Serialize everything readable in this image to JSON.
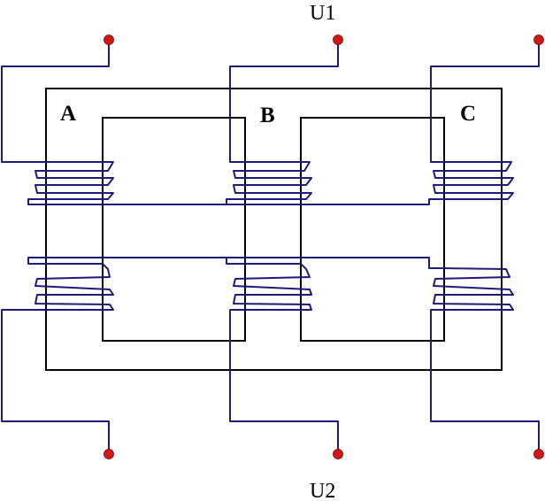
{
  "labels": {
    "primary_voltage": "U1",
    "secondary_voltage": "U2",
    "phases": [
      "A",
      "B",
      "C"
    ]
  },
  "colors": {
    "core": "#000000",
    "winding": "#1e1a78",
    "terminal": "#d01818",
    "background": "#ffffff"
  }
}
